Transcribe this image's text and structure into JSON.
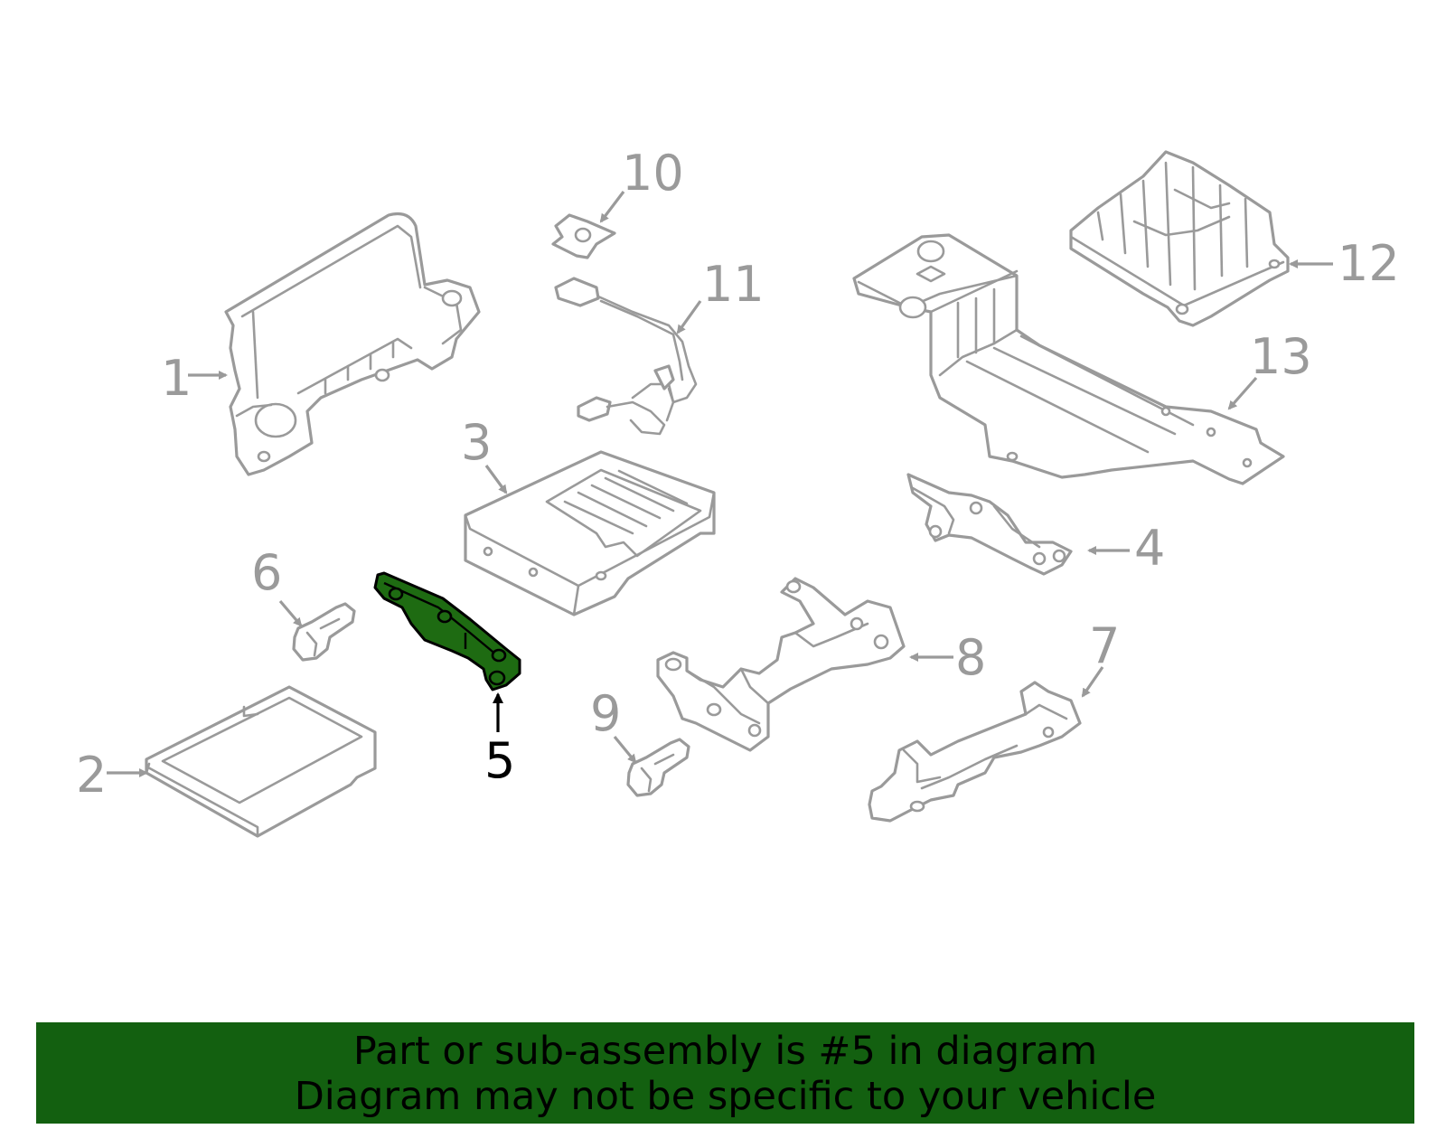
{
  "colors": {
    "line_gray": "#9a9a9a",
    "highlight_fill": "#1e6b12",
    "banner_bg": "#136010",
    "background": "#ffffff"
  },
  "callouts": [
    {
      "id": "1",
      "label": "1"
    },
    {
      "id": "2",
      "label": "2"
    },
    {
      "id": "3",
      "label": "3"
    },
    {
      "id": "4",
      "label": "4"
    },
    {
      "id": "5",
      "label": "5",
      "highlighted": true
    },
    {
      "id": "6",
      "label": "6"
    },
    {
      "id": "7",
      "label": "7"
    },
    {
      "id": "8",
      "label": "8"
    },
    {
      "id": "9",
      "label": "9"
    },
    {
      "id": "10",
      "label": "10"
    },
    {
      "id": "11",
      "label": "11"
    },
    {
      "id": "12",
      "label": "12"
    },
    {
      "id": "13",
      "label": "13"
    }
  ],
  "banner": {
    "line1": "Part or sub-assembly is #5 in diagram",
    "line2": "Diagram may not be specific to your vehicle"
  }
}
